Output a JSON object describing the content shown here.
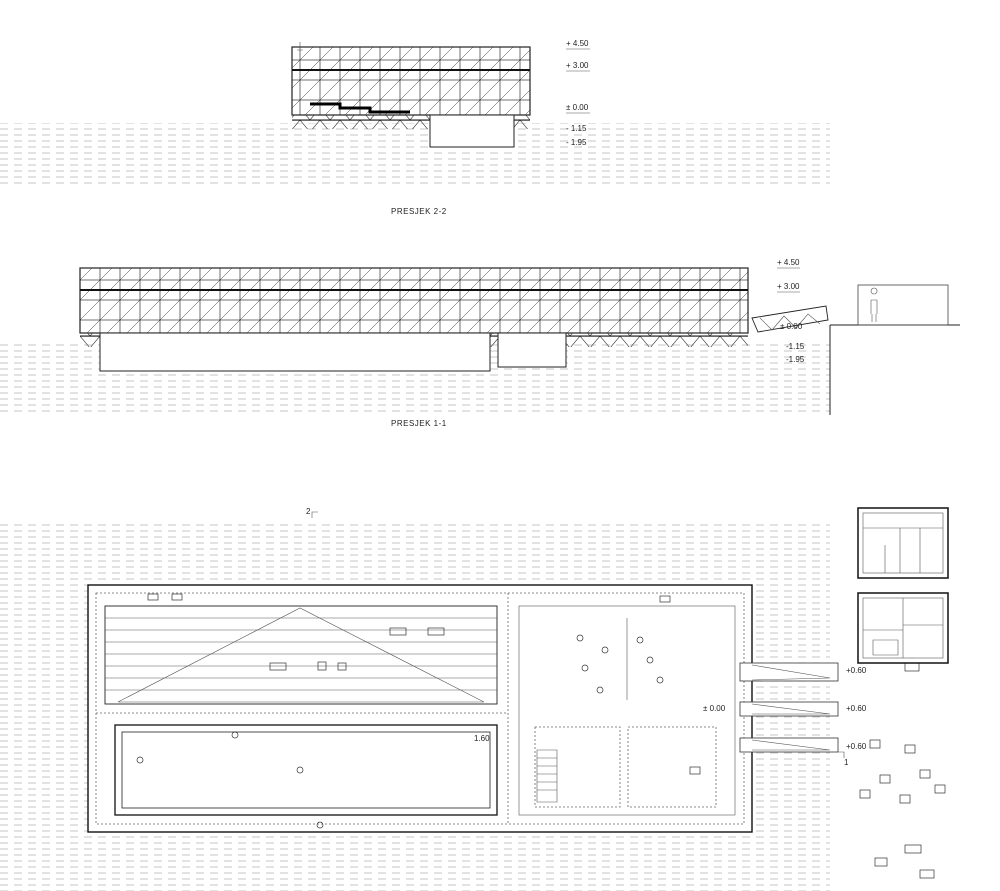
{
  "sections": [
    {
      "title": "PRESJEK 2-2",
      "levels": [
        "+ 4.50",
        "+ 3.00",
        "± 0.00",
        "- 1.15",
        "- 1.95"
      ]
    },
    {
      "title": "PRESJEK 1-1",
      "levels": [
        "+ 4.50",
        "+ 3.00",
        "± 0.00",
        "-1.15",
        "-1.95"
      ]
    }
  ],
  "plan": {
    "section_marker_2": "2",
    "section_marker_1": "1",
    "pool_depth": "1.60",
    "floor_level": "± 0.00",
    "pier_levels": [
      "+0.60",
      "+0.60",
      "+0.60"
    ]
  }
}
